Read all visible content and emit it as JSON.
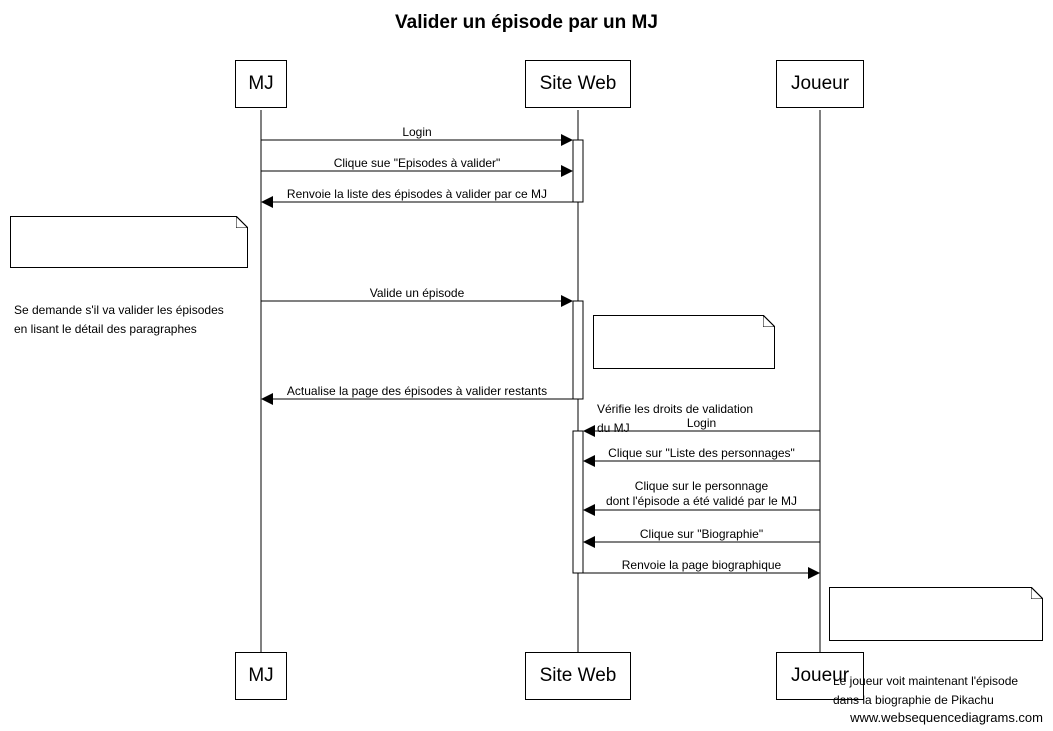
{
  "title": "Valider un épisode par un MJ",
  "participants": {
    "mj": "MJ",
    "site": "Site Web",
    "joueur": "Joueur"
  },
  "messages": {
    "m1": "Login",
    "m2": "Clique sue \"Episodes à valider\"",
    "m3": "Renvoie la liste des épisodes à valider par ce MJ",
    "m4": "Valide un épisode",
    "m5": "Actualise la page des épisodes à valider restants",
    "m6": "Login",
    "m7": "Clique sur \"Liste des personnages\"",
    "m8": "Clique sur le personnage\ndont l'épisode a été validé par le MJ",
    "m9": "Clique sur \"Biographie\"",
    "m10": "Renvoie la page biographique"
  },
  "notes": {
    "n1": "Se demande s'il va valider les épisodes\nen lisant le détail des paragraphes",
    "n2": "Vérifie les droits de validation\ndu MJ",
    "n3": "Le joueur voit maintenant l'épisode\ndans la biographie de Pikachu"
  },
  "footer": "www.websequencediagrams.com"
}
